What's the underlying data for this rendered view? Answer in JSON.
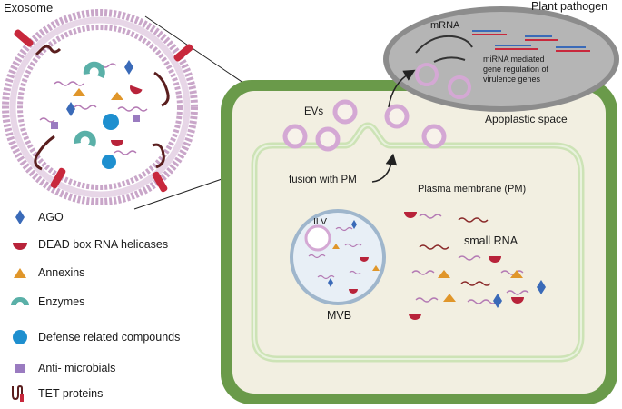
{
  "labels": {
    "exosome": "Exosome",
    "plant_pathogen": "Plant pathogen",
    "mrna": "mRNA",
    "mirna_note_line1": "miRNA mediated",
    "mirna_note_line2": "gene regulation of",
    "mirna_note_line3": "virulence genes",
    "evs": "EVs",
    "apoplastic_space": "Apoplastic space",
    "fusion_with_pm": "fusion with PM",
    "plasma_membrane": "Plasma membrane (PM)",
    "ilv": "ILV",
    "small_rna": "small RNA",
    "mvb": "MVB"
  },
  "legend": [
    {
      "icon": "ago-diamond-icon",
      "label": "AGO"
    },
    {
      "icon": "dead-box-helicase-icon",
      "label": "DEAD box RNA helicases"
    },
    {
      "icon": "annexin-triangle-icon",
      "label": "Annexins"
    },
    {
      "icon": "enzyme-icon",
      "label": "Enzymes"
    },
    {
      "icon": "defense-compound-icon",
      "label": "Defense related compounds"
    },
    {
      "icon": "antimicrobial-square-icon",
      "label": "Anti- microbials"
    },
    {
      "icon": "tet-protein-icon",
      "label": "TET proteins"
    }
  ],
  "colors": {
    "cell_wall": "#6a9a4a",
    "cell_interior": "#f2efe1",
    "pathogen_fill": "#b5b5b5",
    "membrane_head": "#c9a6c9",
    "ago": "#3a6ab8",
    "helicase": "#b8233a",
    "annexin": "#e0962a",
    "enzyme": "#5ab0a8",
    "defense": "#1e8fcf",
    "antimicrobial": "#9a7bc0",
    "tet": "#c8283c"
  }
}
